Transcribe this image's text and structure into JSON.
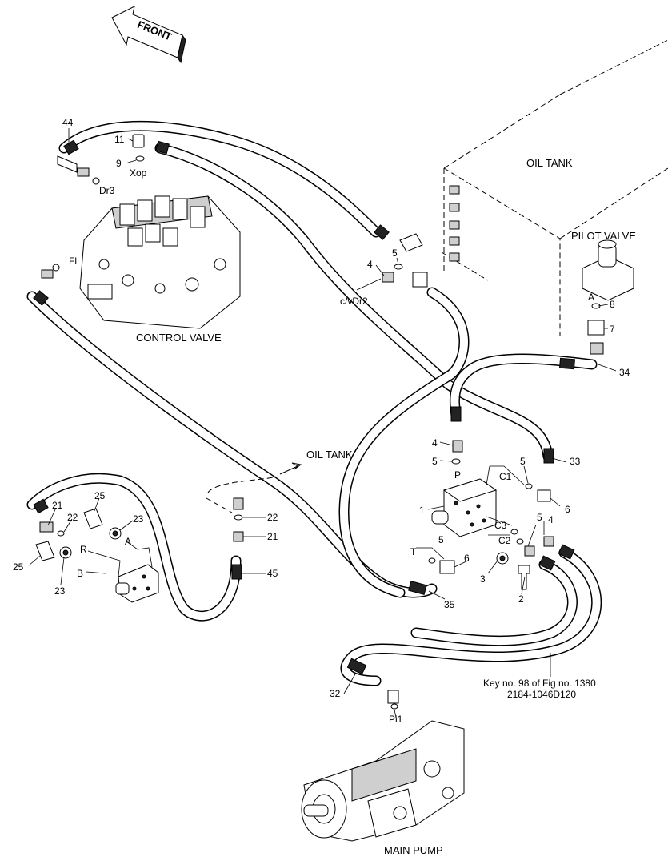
{
  "direction": {
    "front": "FRONT"
  },
  "components": {
    "control_valve": "CONTROL VALVE",
    "oil_tank_top": "OIL TANK",
    "oil_tank_mid": "OIL TANK",
    "pilot_valve": "PILOT VALVE",
    "main_pump": "MAIN PUMP"
  },
  "ports": {
    "xop": "Xop",
    "dr3": "Dr3",
    "fl": "Fl",
    "cvdr2": "c/vDr2",
    "a_pilot": "A",
    "p": "P",
    "c1": "C1",
    "c2": "C2",
    "c3": "C3",
    "t": "T",
    "r": "R",
    "a_block": "A",
    "b": "B",
    "pi1": "Pi1"
  },
  "callouts": {
    "n44": "44",
    "n11": "11",
    "n9": "9",
    "n4a": "4",
    "n5a": "5",
    "n8": "8",
    "n7": "7",
    "n34": "34",
    "n4b": "4",
    "n5b": "5",
    "n5c": "5",
    "n33": "33",
    "n6a": "6",
    "n1": "1",
    "n5d": "5",
    "n4c": "4",
    "n5e": "5",
    "n6b": "6",
    "n3": "3",
    "n2": "2",
    "n35": "35",
    "n22a": "22",
    "n21a": "21",
    "n45": "45",
    "n21b": "21",
    "n22b": "22",
    "n25a": "25",
    "n23a": "23",
    "n25b": "25",
    "n23b": "23",
    "n32": "32"
  },
  "reference": {
    "line1": "Key no. 98 of Fig no. 1380",
    "line2": "2184-1046D120"
  }
}
